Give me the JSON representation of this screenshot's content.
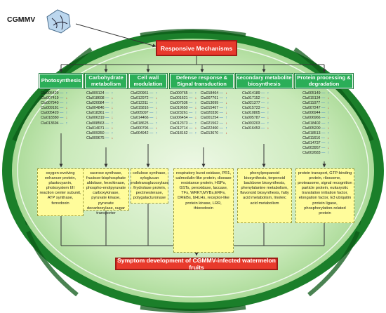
{
  "virus_label": "CGMMV",
  "main_title": "Responsive Mechanisms",
  "bottom_title": "Symptom development of CGMMV-infected watermelon fruits",
  "colors": {
    "title_red": "#e83a2c",
    "category_green": "#2bae58",
    "result_yellow": "#fffc9b",
    "melon_green": "#1e8a2f",
    "melon_flesh": "#c5e8b5"
  },
  "categories": [
    {
      "label": "Photosynthesis",
      "genes": [
        "Cla005429",
        "Cla007419",
        "Cla007940",
        "Cla009181",
        "Cla005420",
        "Cla018380",
        "Cla013694"
      ],
      "result": "oxygen-evolving enhancer protein, plastocyanin, photosystem I/II reaction center subunit, ATP synthase, ferredoxin"
    },
    {
      "label": "Carbohydrate metabolism",
      "genes": [
        "Cla009124",
        "Cla018608",
        "Cla020084",
        "Cla004846",
        "Cla018361",
        "Cla006319",
        "Cla008563",
        "Cla014071",
        "Cla009350",
        "Cla009675"
      ],
      "result": "sucrose synthase, fructose-bisphosphate aldolase, hexokinase, phospho-enolpyruvate carboxykinase, pyruvate kinase, pyruvate decarboxylase, sugar transporter"
    },
    {
      "label": "Cell wall modulation",
      "genes": [
        "Cla020961",
        "Cla012972",
        "Cla012311",
        "Cla015816",
        "Cla005097",
        "Cla014466",
        "Cla018625",
        "Cla000796",
        "Cla004942"
      ],
      "result": "cellulose synthase, xyloglucan endotransglucosylase /hydrolase protein, pectinesterase, polygalacturonase"
    },
    {
      "label": "Defense response & Signal transduction",
      "genes_left": [
        "Cla000765",
        "Cla001621",
        "Cla007536",
        "Cla019650",
        "Cla023261",
        "Cla006454",
        "Cla012373",
        "Cla012714",
        "Cla018162"
      ],
      "genes_right": [
        "Cla018464",
        "Cla007761",
        "Cla013099",
        "Cla015467",
        "Cla020330",
        "Cla001254",
        "Cla021562",
        "Cla022460",
        "Cla013670"
      ],
      "result": "respiratory burst oxidase, PR1, calmodulin-like protein, disease resistance protein, HSPs, GSTs, peroxidase, laccase, TFs, WRKY,MYBs,ERFs, DREBs, bHLHs, receptor-like protein kinase, LRR, thioredoxin"
    },
    {
      "label": "secondary metabolite biosynthesis",
      "genes": [
        "Cla014189",
        "Cla017152",
        "Cla021377",
        "Cla015723",
        "Cla010805",
        "Cla005787",
        "Cla003203",
        "Cla016453"
      ],
      "result": "phenylpropanoid biosynthesis, terpenoid backbone biosynthesis, phenylalanine metabolism, flavonoid biosynthesis, fatty acid metabolism, linoleic acid metabolism"
    },
    {
      "label": "Protein processing & degradation",
      "genes": [
        "Cla005149",
        "Cla015134",
        "Cla011077",
        "Cla007247",
        "Cla006944",
        "Cla006966",
        "Cla018402",
        "Cla005200",
        "Cla018513",
        "Cla011616",
        "Cla014737",
        "Cla003957",
        "Cla002683"
      ],
      "result": "protein transport, GTP-binding protein, ribosome, proteasome, signal recognition particle protein, eukaryotic translation initiation factor, elongation factor, E3 ubiquitin protein ligase, phosphorylation-related protein"
    }
  ]
}
